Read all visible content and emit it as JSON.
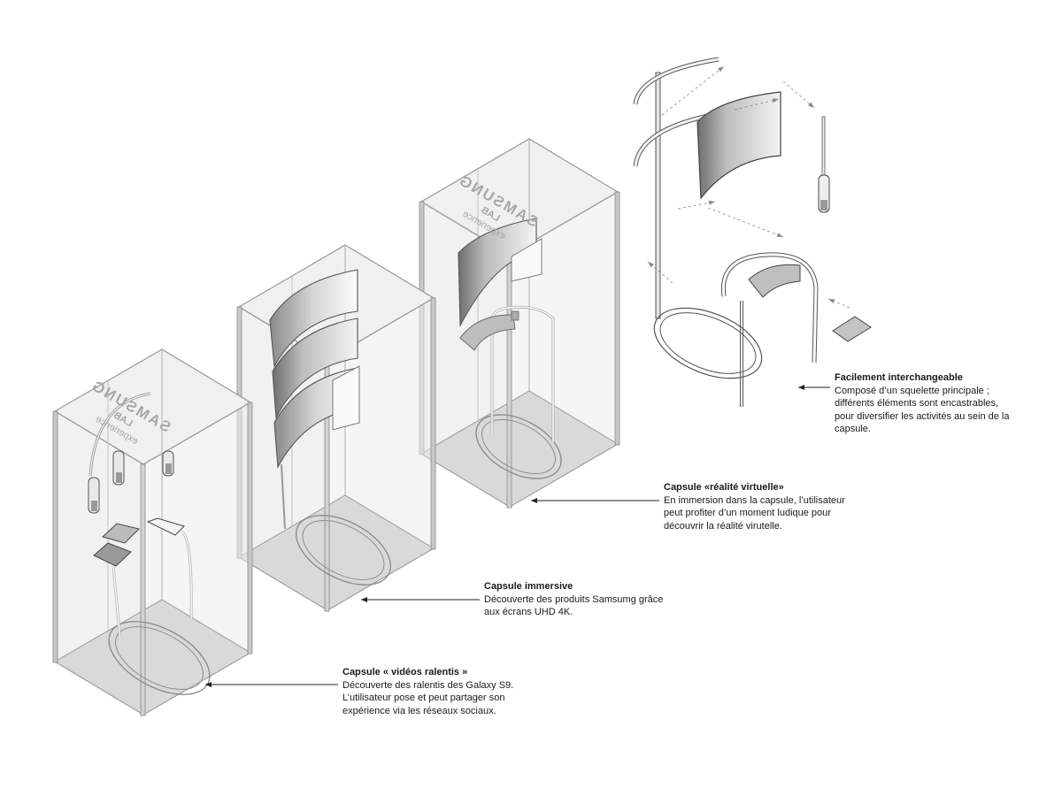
{
  "capsule_text": {
    "brand": "SAMSUNG",
    "sub": "LAB",
    "tagline": "experience"
  },
  "labels": {
    "interchangeable": {
      "title": "Facilement interchangeable",
      "lines": [
        "Composé d’un squelette principale ;",
        "différents éléments sont encastrables,",
        "pour diversifier les activités au sein de la",
        "capsule."
      ]
    },
    "vr": {
      "title": "Capsule «réalité virtuelle»",
      "lines": [
        "En immersion dans la capsule, l’utilisateur",
        "peut profiter d’un moment ludique pour",
        "découvrir la réalité virutelle."
      ]
    },
    "immersive": {
      "title": "Capsule immersive",
      "lines": [
        "Découverte des produits Samsumg grâce",
        "aux écrans UHD 4K."
      ]
    },
    "slowmo": {
      "title": "Capsule « vidéos ralentis »",
      "lines": [
        "Découverte des ralentis des Galaxy S9.",
        "L’utilisateur pose et peut partager son",
        "expérience via les réseaux sociaux."
      ]
    }
  }
}
